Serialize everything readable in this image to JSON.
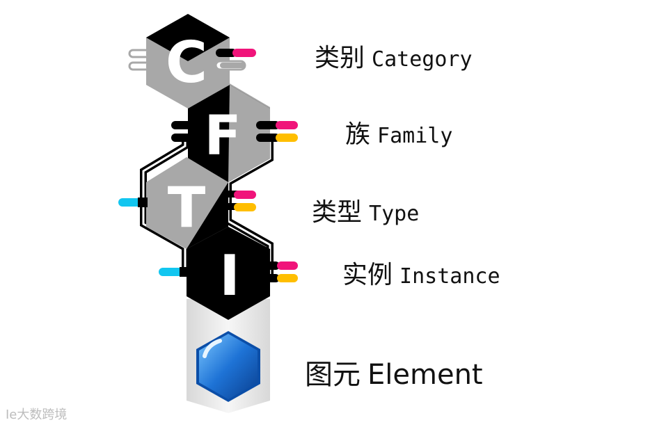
{
  "levels": [
    {
      "letter": "C",
      "zh": "类别",
      "en": "Category"
    },
    {
      "letter": "F",
      "zh": "族",
      "en": "Family"
    },
    {
      "letter": "T",
      "zh": "类型",
      "en": "Type"
    },
    {
      "letter": "I",
      "zh": "实例",
      "en": "Instance"
    },
    {
      "letter": "",
      "zh": "图元",
      "en": "Element"
    }
  ],
  "watermark": "Ie大数跨境",
  "colors": {
    "black": "#000000",
    "grey": "#a8a8a8",
    "pink": "#f0147a",
    "yellow": "#ffbe00",
    "cyan": "#12c6f0",
    "blue": "#1e73d6",
    "shadow": "#e4e4e4"
  }
}
